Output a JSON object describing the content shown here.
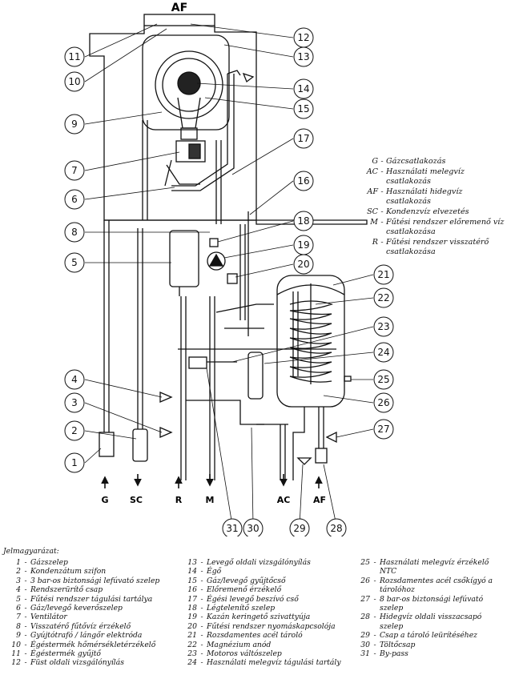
{
  "header": {
    "label": "AF"
  },
  "callouts": [
    "1",
    "2",
    "3",
    "4",
    "5",
    "6",
    "7",
    "8",
    "9",
    "10",
    "11",
    "12",
    "13",
    "14",
    "15",
    "16",
    "17",
    "18",
    "19",
    "20",
    "21",
    "22",
    "23",
    "24",
    "25",
    "26",
    "27",
    "28",
    "29",
    "30",
    "31"
  ],
  "ports": [
    "G",
    "SC",
    "R",
    "M",
    "AC",
    "AF"
  ],
  "codes": [
    {
      "k": "G",
      "v": "Gázcsatlakozás"
    },
    {
      "k": "AC",
      "v": "Használati melegvíz csatlakozás"
    },
    {
      "k": "AF",
      "v": "Használati hidegvíz csatlakozás"
    },
    {
      "k": "SC",
      "v": "Kondenzvíz elvezetés"
    },
    {
      "k": "M",
      "v": "Fűtési rendszer előremenő víz csatlakozása"
    },
    {
      "k": "R",
      "v": "Fűtési rendszer visszatérő csatlakozása"
    }
  ],
  "legend": {
    "title": "Jelmagyarázat:",
    "items": [
      "Gázszelep",
      "Kondenzátum szifon",
      "3 bar-os biztonsági lefúvató szelep",
      "Rendszerürítő csap",
      "Fűtési rendszer tágulási tartálya",
      "Gáz/levegő keverőszelep",
      "Ventilátor",
      "Visszatérő fűtővíz érzékelő",
      "Gyújtótrafó / lángőr elektróda",
      "Égéstermék hőmérsékletérzékelő",
      "Égéstermék gyűjtő",
      "Füst oldali vizsgálónyílás",
      "Levegő oldali vizsgálónyílás",
      "Égő",
      "Gáz/levegő gyűjtőcső",
      "Előremenő érzékelő",
      "Égési levegő beszívó cső",
      "Légtelenítő szelep",
      "Kazán keringető szivattyúja",
      "Fűtési rendszer nyomáskapcsolója",
      "Rozsdamentes acél tároló",
      "Magnézium anód",
      "Motoros váltószelep",
      "Használati melegvíz tágulási tartály",
      "Használati melegvíz érzékelő NTC",
      "Rozsdamentes acél csőkígyó a tárolóhoz",
      "8 bar-os biztonsági lefúvató szelep",
      "Hidegvíz oldali visszacsapó szelep",
      "Csap a tároló leürítéséhez",
      "Töltőcsap",
      "By-pass"
    ]
  }
}
